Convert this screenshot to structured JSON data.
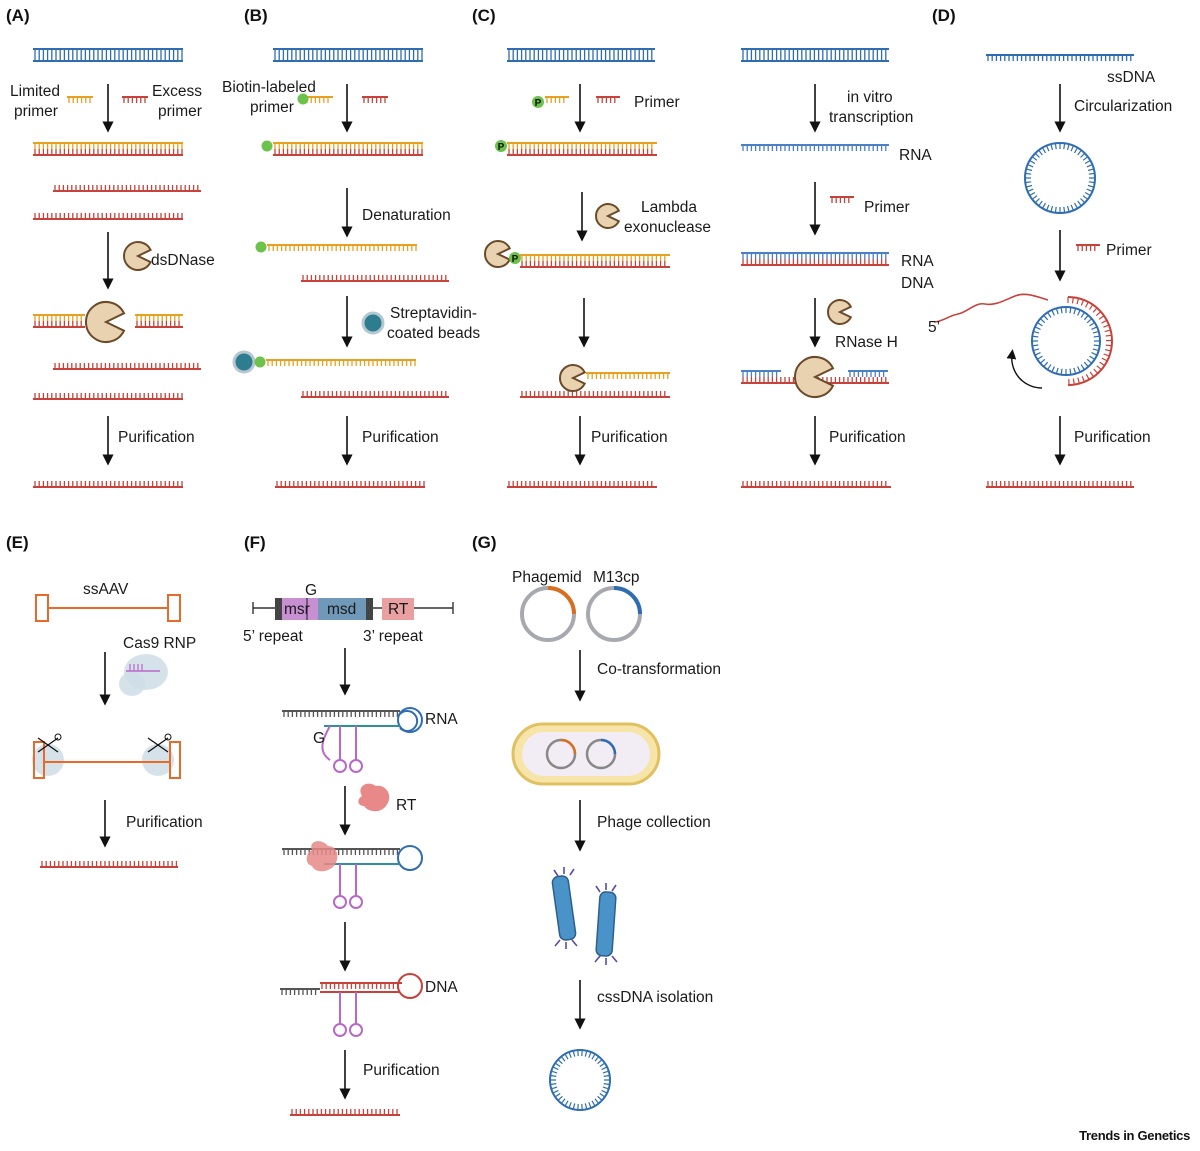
{
  "panels": {
    "A": {
      "label": "(A)",
      "limited_primer_1": "Limited",
      "limited_primer_2": "primer",
      "excess_primer_1": "Excess",
      "excess_primer_2": "primer",
      "enzyme": "dsDNase",
      "purification": "Purification"
    },
    "B": {
      "label": "(B)",
      "biotin_1": "Biotin-labeled",
      "biotin_2": "primer",
      "denaturation": "Denaturation",
      "beads_1": "Streptavidin-",
      "beads_2": "coated beads",
      "purification": "Purification"
    },
    "C": {
      "label": "(C)",
      "phos": "P",
      "primer": "Primer",
      "lambda_1": "Lambda",
      "lambda_2": "exonuclease",
      "purification": "Purification",
      "ivt_1": "in vitro",
      "ivt_2": "transcription",
      "rna": "RNA",
      "primer2": "Primer",
      "rna2": "RNA",
      "dna2": "DNA",
      "rnaseh": "RNase H",
      "purification2": "Purification"
    },
    "D": {
      "label": "(D)",
      "ssdna": "ssDNA",
      "circularization": "Circularization",
      "primer": "Primer",
      "five_prime": "5’",
      "purification": "Purification"
    },
    "E": {
      "label": "(E)",
      "ssaav": "ssAAV",
      "cas9": "Cas9 RNP",
      "purification": "Purification"
    },
    "F": {
      "label": "(F)",
      "g_top": "G",
      "msr": "msr",
      "msd": "msd",
      "rt_box": "RT",
      "repeat5": "5’ repeat",
      "repeat3": "3’ repeat",
      "rna": "RNA",
      "g_mid": "G",
      "rt_enzyme": "RT",
      "dna": "DNA",
      "purification": "Purification"
    },
    "G": {
      "label": "(G)",
      "phagemid": "Phagemid",
      "m13cp": "M13cp",
      "cotransformation": "Co-transformation",
      "phage_collection": "Phage collection",
      "isolation": "cssDNA isolation"
    }
  },
  "credit": "Trends in Genetics",
  "colors": {
    "blue": "#2f6db3",
    "red": "#c7423a",
    "orange": "#e8a020",
    "green": "#6cc24a",
    "pac": "#e9d2b0",
    "pink": "#b968c9"
  }
}
